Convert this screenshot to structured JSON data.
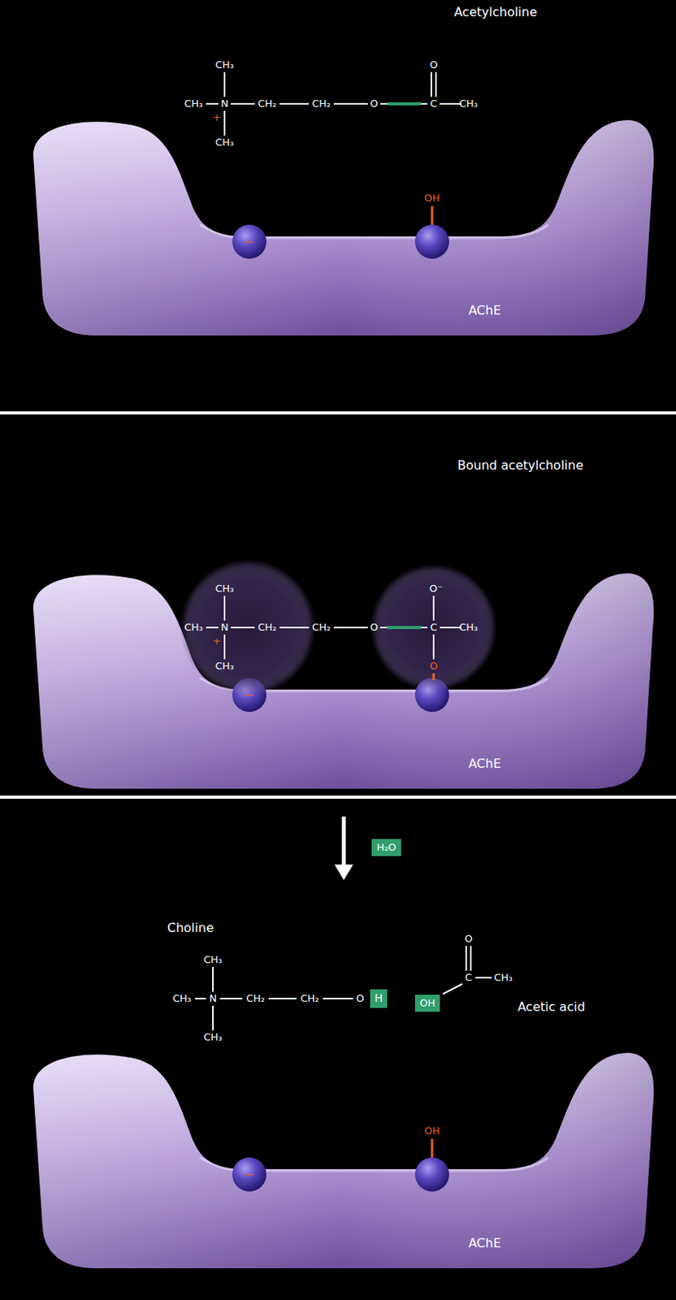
{
  "diagram": {
    "nodes": [
      {
        "text": [
          "AChE"
        ]
      },
      {
        "text": [
          "AChE"
        ]
      },
      {
        "text": [
          "H₂O"
        ]
      },
      {
        "text": [
          "H"
        ]
      },
      {
        "text": [
          "OH"
        ]
      },
      {
        "text": [
          "AChE"
        ]
      }
    ],
    "labels": [
      "Acetylcholine",
      "CH₃",
      "CH₃",
      "N",
      "+",
      "CH₃",
      "CH₂",
      "CH₂",
      "O",
      "O",
      "C",
      "CH₃",
      "OH",
      "−",
      "Bound acetylcholine",
      "CH₃",
      "CH₃",
      "N",
      "+",
      "CH₃",
      "CH₂",
      "CH₂",
      "O",
      "O⁻",
      "C",
      "CH₃",
      "O",
      "−",
      "Choline",
      "CH₃",
      "CH₃",
      "N",
      "CH₃",
      "CH₂",
      "CH₂",
      "O",
      "Acetic acid",
      "O",
      "C",
      "CH₃",
      "OH",
      "−"
    ]
  }
}
